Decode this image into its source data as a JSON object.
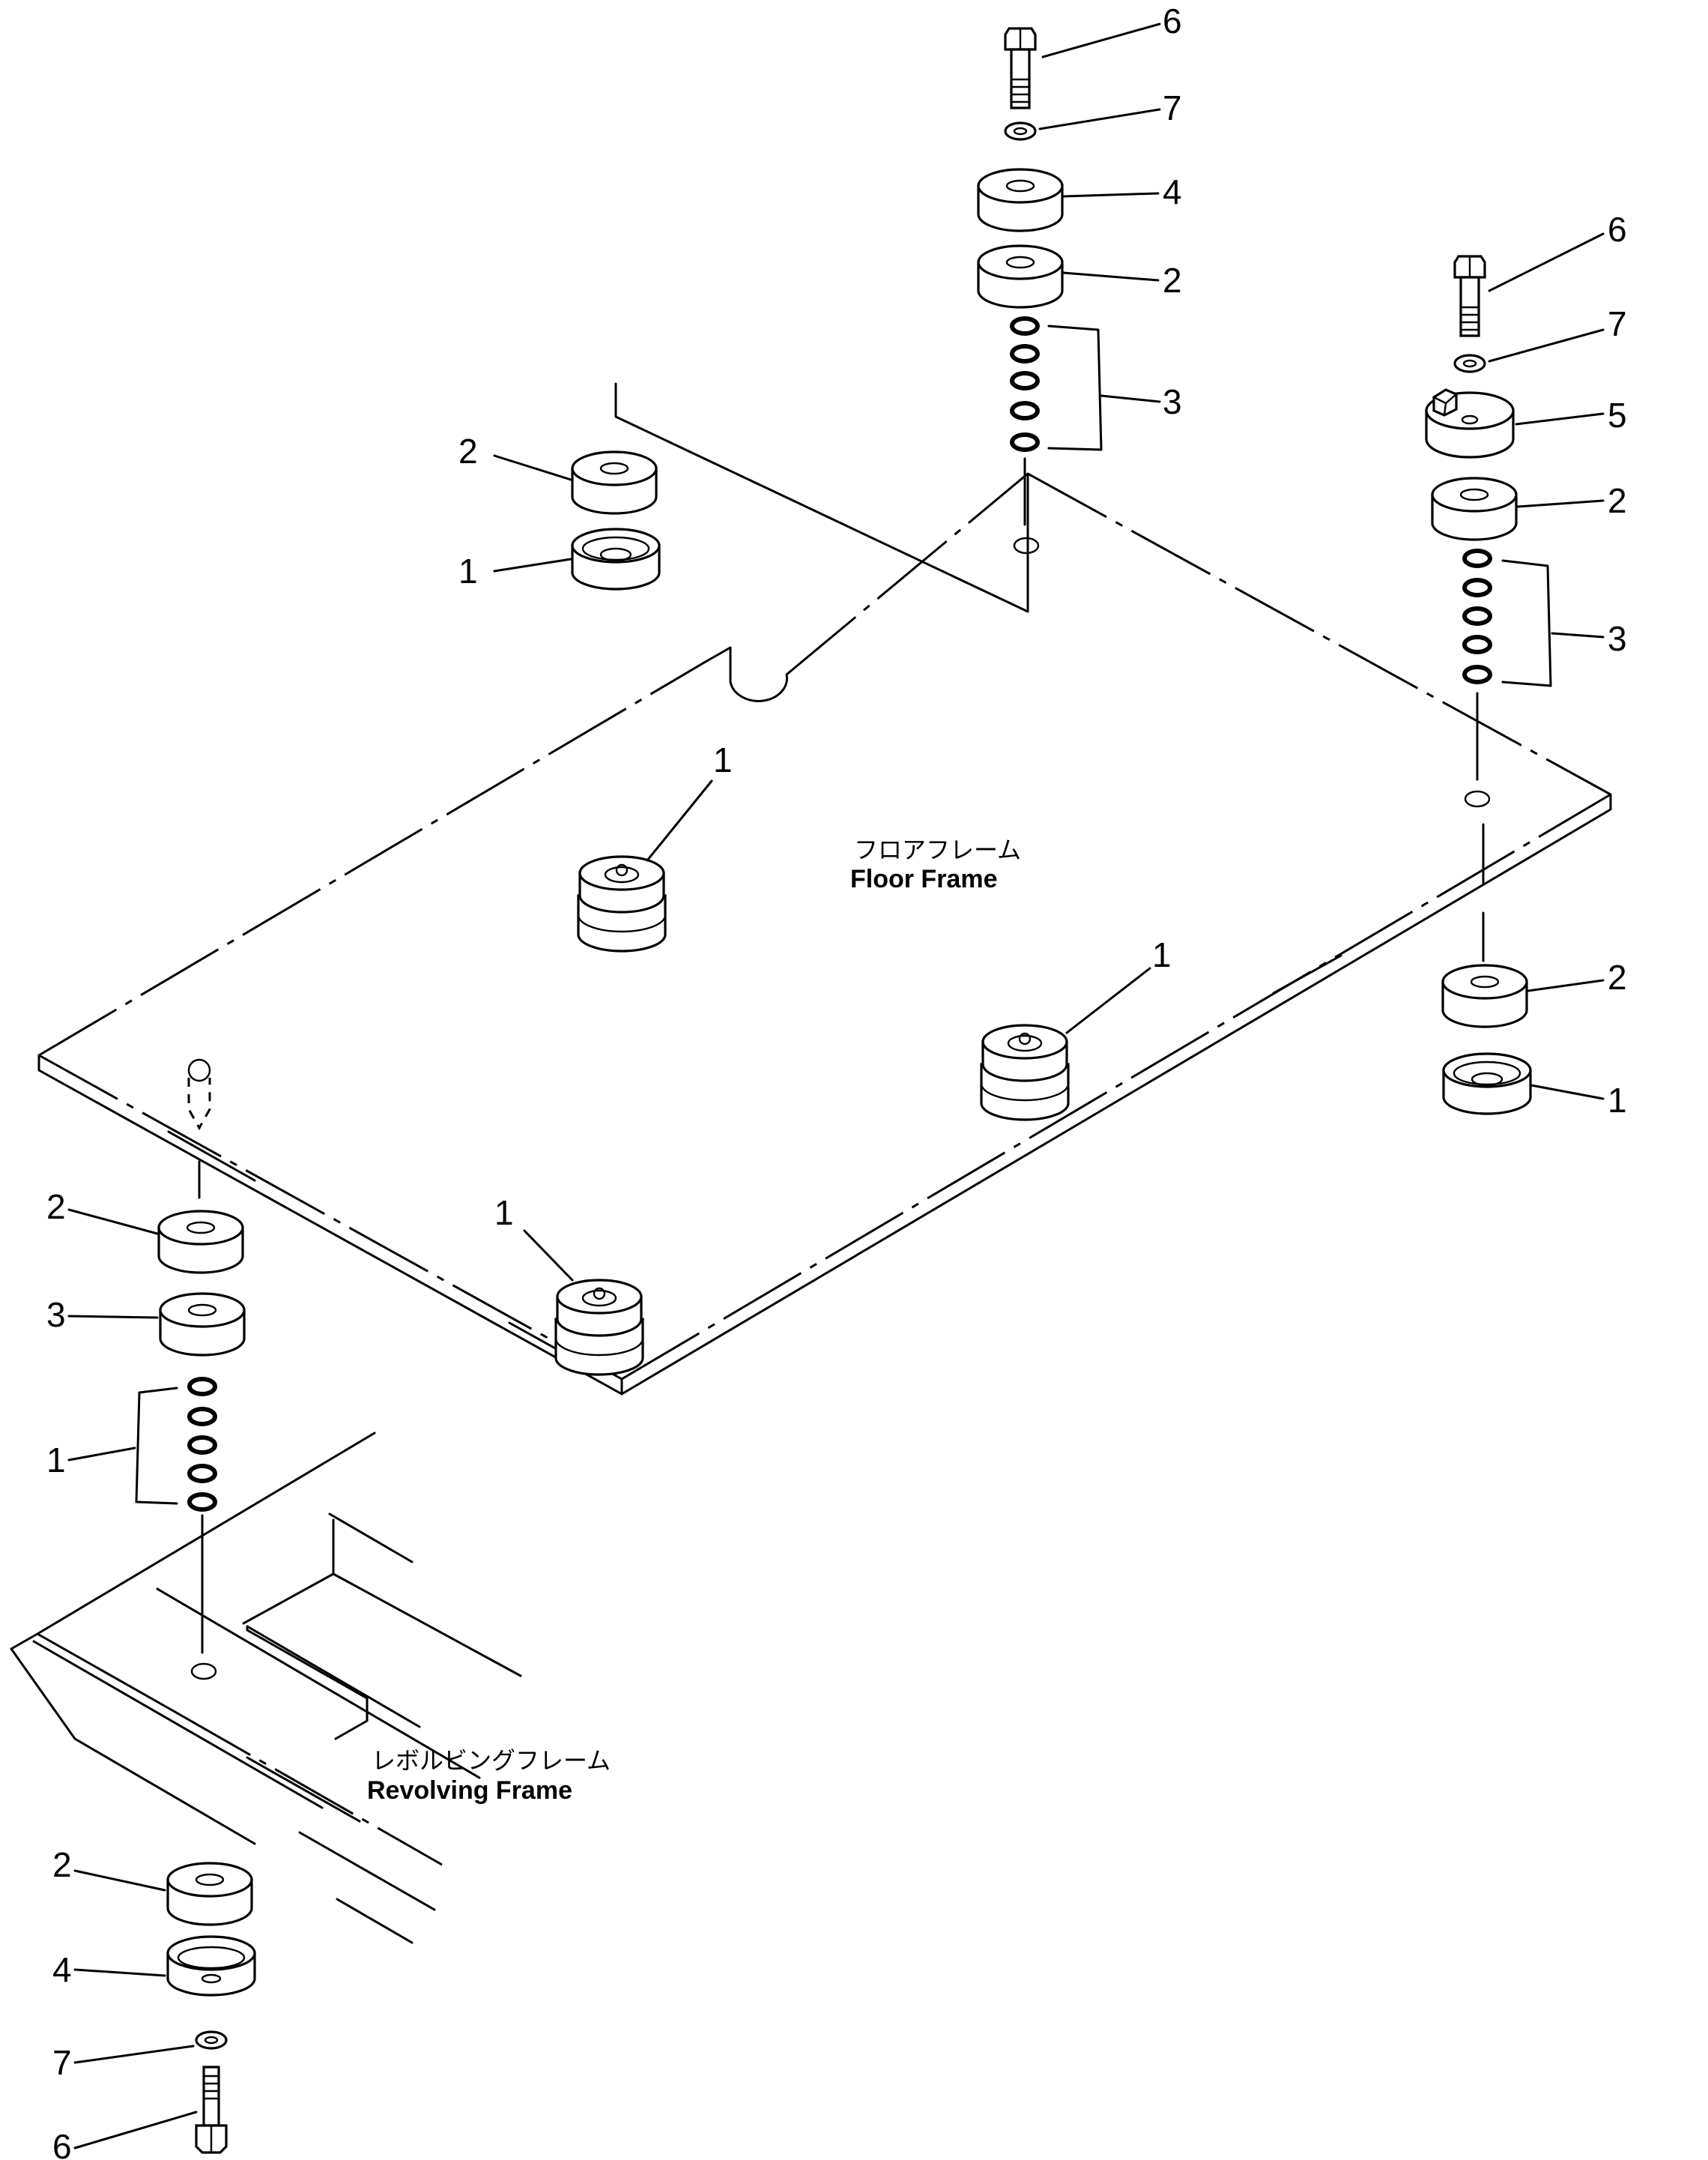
{
  "frames": {
    "floor_jp": "フロアフレーム",
    "floor_en": "Floor Frame",
    "revolving_jp": "レボルビングフレーム",
    "revolving_en": "Revolving Frame"
  },
  "callouts": [
    {
      "id": "c1",
      "text": "6"
    },
    {
      "id": "c2",
      "text": "7"
    },
    {
      "id": "c3",
      "text": "4"
    },
    {
      "id": "c4",
      "text": "2"
    },
    {
      "id": "c5",
      "text": "3"
    },
    {
      "id": "c6",
      "text": "6"
    },
    {
      "id": "c7",
      "text": "7"
    },
    {
      "id": "c8",
      "text": "5"
    },
    {
      "id": "c9",
      "text": "2"
    },
    {
      "id": "c10",
      "text": "3"
    },
    {
      "id": "c11",
      "text": "2"
    },
    {
      "id": "c12",
      "text": "1"
    },
    {
      "id": "c13",
      "text": "1"
    },
    {
      "id": "c14",
      "text": "1"
    },
    {
      "id": "c15",
      "text": "2"
    },
    {
      "id": "c16",
      "text": "1"
    },
    {
      "id": "c17",
      "text": "1"
    },
    {
      "id": "c18",
      "text": "2"
    },
    {
      "id": "c19",
      "text": "3"
    },
    {
      "id": "c20",
      "text": "1"
    },
    {
      "id": "c21",
      "text": "2"
    },
    {
      "id": "c22",
      "text": "4"
    },
    {
      "id": "c23",
      "text": "7"
    },
    {
      "id": "c24",
      "text": "6"
    }
  ]
}
